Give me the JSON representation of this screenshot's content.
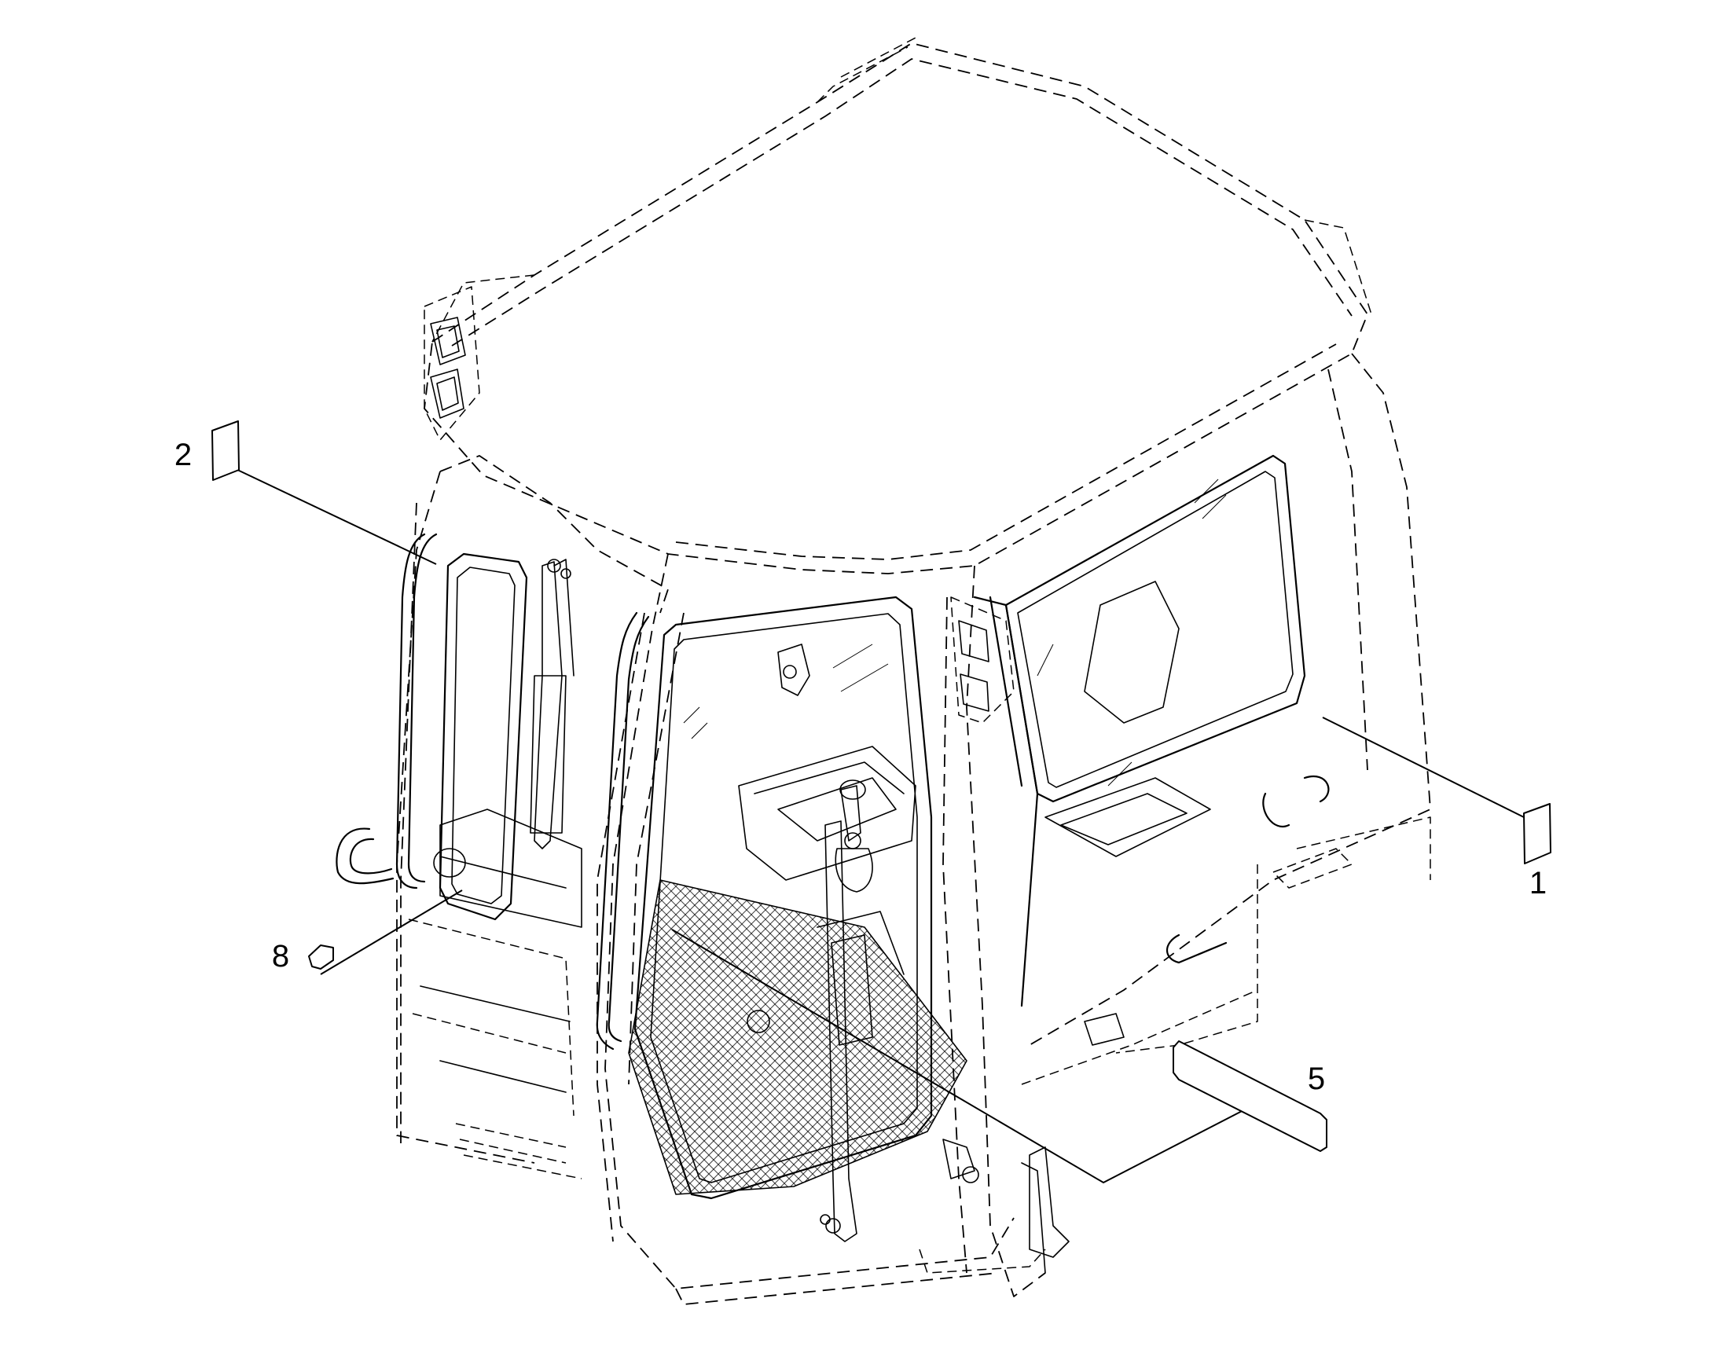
{
  "callouts": [
    {
      "id": "1",
      "label": "1"
    },
    {
      "id": "2",
      "label": "2"
    },
    {
      "id": "5",
      "label": "5"
    },
    {
      "id": "8",
      "label": "8"
    }
  ]
}
